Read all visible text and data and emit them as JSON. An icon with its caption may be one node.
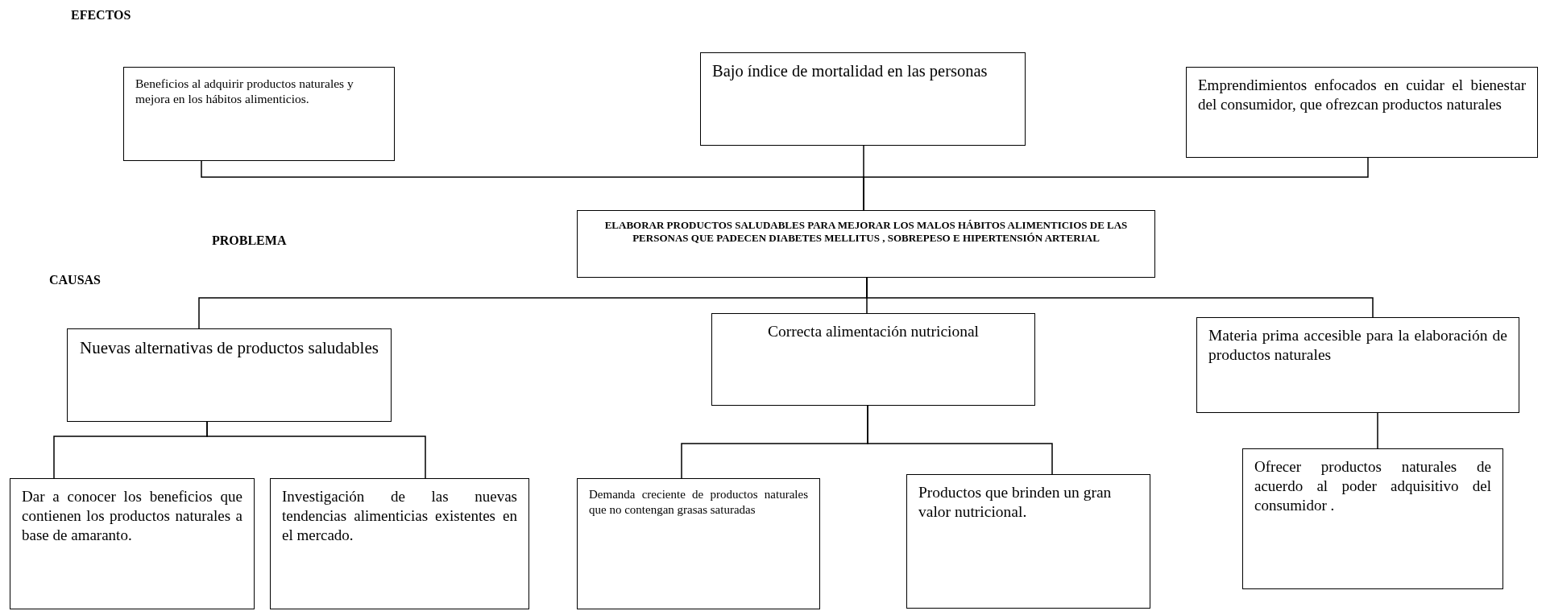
{
  "diagram": {
    "nodes": [
      {
        "text": [
          "Beneficios al adquirir productos naturales y mejora en los hábitos alimenticios."
        ]
      },
      {
        "text": [
          "Bajo índice de mortalidad en las personas"
        ]
      },
      {
        "text": [
          "Emprendimientos enfocados en cuidar el bienestar del consumidor, que ofrezcan productos naturales"
        ]
      },
      {
        "text": [
          "ELABORAR PRODUCTOS SALUDABLES PARA MEJORAR LOS MALOS HÁBITOS ALIMENTICIOS DE LAS PERSONAS QUE PADECEN DIABETES MELLITUS , SOBREPESO E HIPERTENSIÓN ARTERIAL"
        ]
      },
      {
        "text": [
          "Nuevas alternativas de productos saludables"
        ]
      },
      {
        "text": [
          "Correcta alimentación nutricional"
        ]
      },
      {
        "text": [
          "Materia prima accesible para la elaboración de productos naturales"
        ]
      },
      {
        "text": [
          "Dar a conocer los beneficios que contienen los productos naturales a base de amaranto."
        ]
      },
      {
        "text": [
          "Investigación de las nuevas tendencias alimenticias existentes en el mercado."
        ]
      },
      {
        "text": [
          "Demanda creciente de productos naturales que no contengan grasas saturadas"
        ]
      },
      {
        "text": [
          "Productos que brinden un gran valor nutricional."
        ]
      },
      {
        "text": [
          "Ofrecer productos naturales de acuerdo al poder adquisitivo del consumidor ."
        ]
      }
    ],
    "edges": [
      {
        "from": 3,
        "to": 0,
        "arrow": "none"
      },
      {
        "from": 3,
        "to": 1,
        "arrow": "none"
      },
      {
        "from": 3,
        "to": 2,
        "arrow": "none"
      },
      {
        "from": 3,
        "to": 4,
        "arrow": "none"
      },
      {
        "from": 3,
        "to": 5,
        "arrow": "none"
      },
      {
        "from": 3,
        "to": 6,
        "arrow": "none"
      },
      {
        "from": 4,
        "to": 7,
        "arrow": "none"
      },
      {
        "from": 4,
        "to": 8,
        "arrow": "none"
      },
      {
        "from": 5,
        "to": 9,
        "arrow": "none"
      },
      {
        "from": 5,
        "to": 10,
        "arrow": "none"
      },
      {
        "from": 6,
        "to": 11,
        "arrow": "none"
      }
    ],
    "labels": [
      "EFECTOS",
      "PROBLEMA",
      "CAUSAS"
    ]
  }
}
